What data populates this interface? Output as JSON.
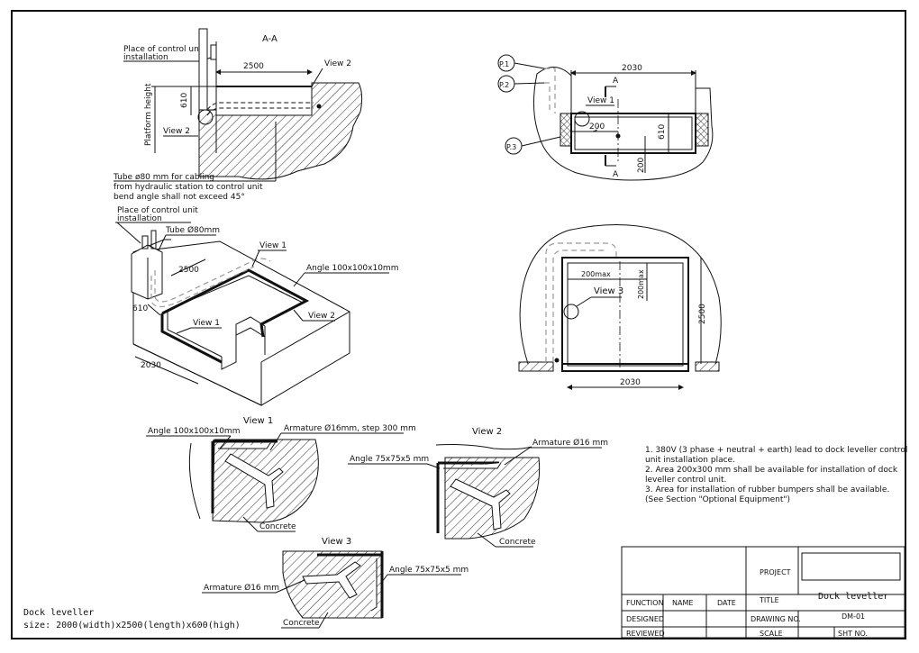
{
  "section_aa": {
    "title": "A-A",
    "control_unit_label_1": "Place of control unit",
    "control_unit_label_2": "installation",
    "dim_length": "2500",
    "dim_height": "610",
    "platform_height": "Platform height",
    "view2_top": "View 2",
    "view2_left": "View 2",
    "tube_note_1": "Tube  ø80 mm for cabling",
    "tube_note_2": "from hydraulic station to control unit",
    "tube_note_3": "bend angle shall not exceed 45°"
  },
  "plan_view": {
    "p1": "P.1",
    "p2": "P.2",
    "p3": "P.3",
    "dim_width": "2030",
    "section_mark_top": "A",
    "section_mark_bottom": "A",
    "view1": "View 1",
    "dim_200_h": "200",
    "dim_610": "610",
    "dim_200_v": "200"
  },
  "iso_view": {
    "control_unit_1": "Place of control unit",
    "control_unit_2": "installation",
    "tube": "Tube Ø80mm",
    "view1_top": "View 1",
    "angle": "Angle 100x100x10mm",
    "dim_2500": "2500",
    "dim_610": "610",
    "view2": "View 2",
    "view1_inner": "View 1",
    "dim_2030": "2030"
  },
  "front_view": {
    "dim_200max_h": "200max",
    "dim_200max_v": "200max",
    "view3": "View 3",
    "dim_2500": "2500",
    "dim_2030": "2030"
  },
  "detail_view1": {
    "title": "View 1",
    "angle": "Angle 100x100x10mm",
    "armature": "Armature Ø16mm, step 300 mm",
    "concrete": "Concrete"
  },
  "detail_view2": {
    "title": "View 2",
    "armature": "Armature Ø16 mm",
    "angle": "Angle 75x75x5 mm",
    "concrete": "Concrete"
  },
  "detail_view3": {
    "title": "View 3",
    "armature": "Armature Ø16 mm",
    "angle": "Angle 75x75x5 mm",
    "concrete": "Concrete"
  },
  "notes": [
    "1. 380V (3 phase + neutral + earth) lead to dock leveller control",
    "unit installation place.",
    "2. Area 200x300 mm shall be available for installation of dock",
    "leveller control unit.",
    "3. Area for installation of rubber bumpers shall be available.",
    "(See Section \"Optional Equipment\")"
  ],
  "caption": {
    "line1": "Dock leveller",
    "line2": "size: 2000(width)x2500(length)x600(high)"
  },
  "title_block": {
    "project": "PROJECT",
    "function": "FUNCTION",
    "name": "NAME",
    "date": "DATE",
    "title_label": "TITLE",
    "title_value": "Dock leveller",
    "designed": "DESIGNED",
    "drawing_no": "DRAWING NO.",
    "drawing_no_value": "DM-01",
    "reviewed": "REVIEWED",
    "scale": "SCALE",
    "sht_no": "SHT NO."
  }
}
